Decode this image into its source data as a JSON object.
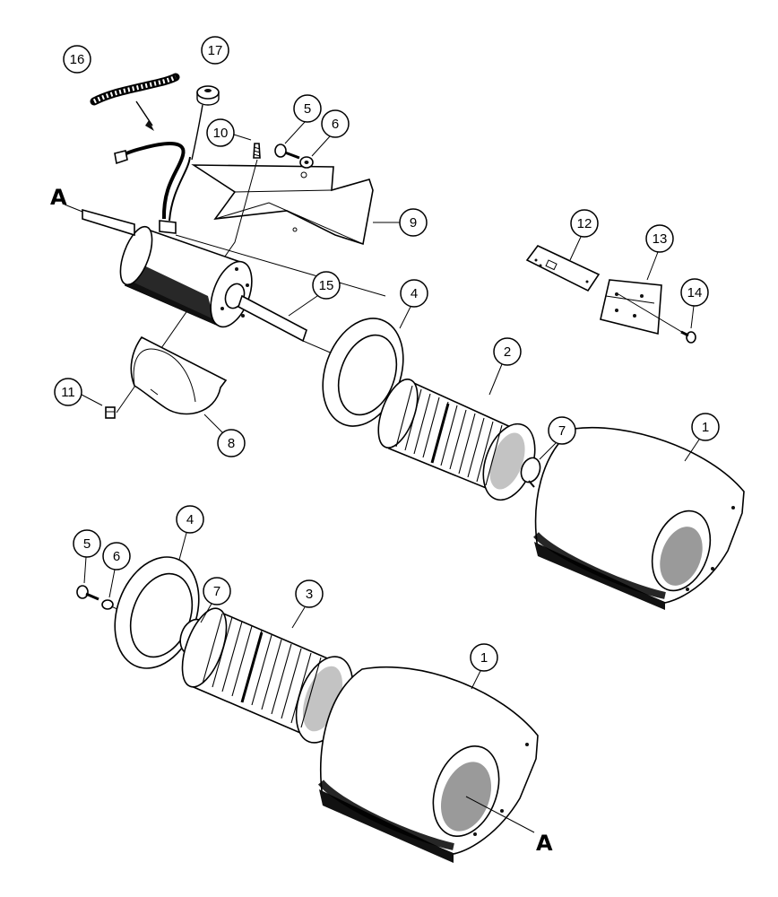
{
  "diagram": {
    "callouts": [
      {
        "id": "c16",
        "label": "16"
      },
      {
        "id": "c17",
        "label": "17"
      },
      {
        "id": "c10",
        "label": "10"
      },
      {
        "id": "c5a",
        "label": "5"
      },
      {
        "id": "c6a",
        "label": "6"
      },
      {
        "id": "c9",
        "label": "9"
      },
      {
        "id": "c15",
        "label": "15"
      },
      {
        "id": "c4a",
        "label": "4"
      },
      {
        "id": "c12",
        "label": "12"
      },
      {
        "id": "c13",
        "label": "13"
      },
      {
        "id": "c14",
        "label": "14"
      },
      {
        "id": "c2",
        "label": "2"
      },
      {
        "id": "c11",
        "label": "11"
      },
      {
        "id": "c8",
        "label": "8"
      },
      {
        "id": "c7a",
        "label": "7"
      },
      {
        "id": "c1a",
        "label": "1"
      },
      {
        "id": "c4b",
        "label": "4"
      },
      {
        "id": "c5b",
        "label": "5"
      },
      {
        "id": "c6b",
        "label": "6"
      },
      {
        "id": "c7b",
        "label": "7"
      },
      {
        "id": "c3",
        "label": "3"
      },
      {
        "id": "c1b",
        "label": "1"
      }
    ],
    "reference_marks": [
      {
        "id": "refTop",
        "label": "A"
      },
      {
        "id": "refBottom",
        "label": "A"
      }
    ]
  }
}
